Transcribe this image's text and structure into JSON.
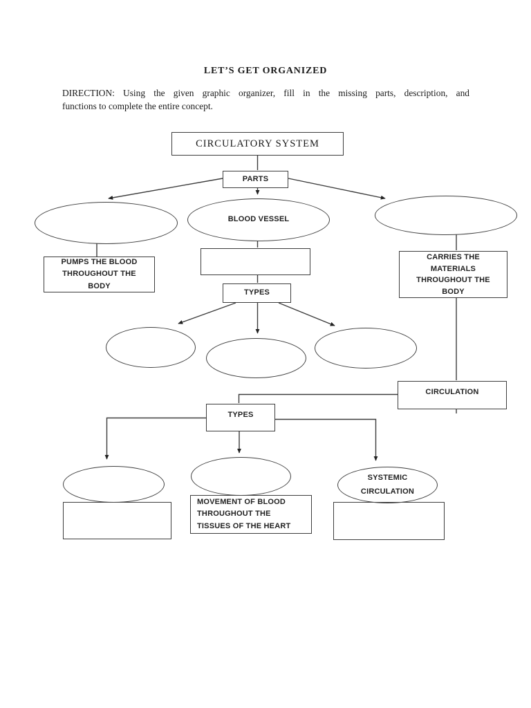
{
  "page": {
    "title": "LET’S GET ORGANIZED",
    "direction_line1": "DIRECTION: Using the given graphic organizer, fill in the missing parts, description, and",
    "direction_line2": "functions to complete the entire concept."
  },
  "diagram": {
    "labels": {
      "circulatory_system": "CIRCULATORY SYSTEM",
      "parts": "PARTS",
      "blood_vessel": "BLOOD VESSEL",
      "types_upper": "TYPES",
      "circulation": "CIRCULATION",
      "types_lower": "TYPES",
      "pumps_lines": [
        "PUMPS THE BLOOD",
        "THROUGHOUT THE",
        "BODY"
      ],
      "carries_lines": [
        "CARRIES THE",
        "MATERIALS",
        "THROUGHOUT THE",
        "BODY"
      ],
      "movement_lines": [
        "MOVEMENT OF BLOOD",
        "THROUGHOUT THE",
        "TISSUES OF THE HEART"
      ],
      "systemic_lines": [
        "SYSTEMIC",
        "CIRCULATION"
      ]
    },
    "colors": {
      "line": "#3c3c3c",
      "text": "#1f1f1f",
      "background": "#ffffff"
    }
  }
}
